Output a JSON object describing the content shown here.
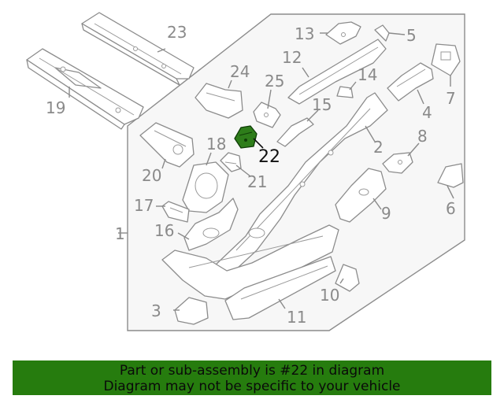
{
  "callouts": {
    "p1": "1",
    "p2": "2",
    "p3": "3",
    "p4": "4",
    "p5": "5",
    "p6": "6",
    "p7": "7",
    "p8": "8",
    "p9": "9",
    "p10": "10",
    "p11": "11",
    "p12": "12",
    "p13": "13",
    "p14": "14",
    "p15": "15",
    "p16": "16",
    "p17": "17",
    "p18": "18",
    "p19": "19",
    "p20": "20",
    "p21": "21",
    "p22": "22",
    "p23": "23",
    "p24": "24",
    "p25": "25"
  },
  "highlight": {
    "part": "22",
    "color": "#2e7d1a"
  },
  "banner": {
    "line1": "Part or sub-assembly is #22 in diagram",
    "line2": "Diagram may not be specific to your vehicle",
    "background": "#267c0e"
  }
}
